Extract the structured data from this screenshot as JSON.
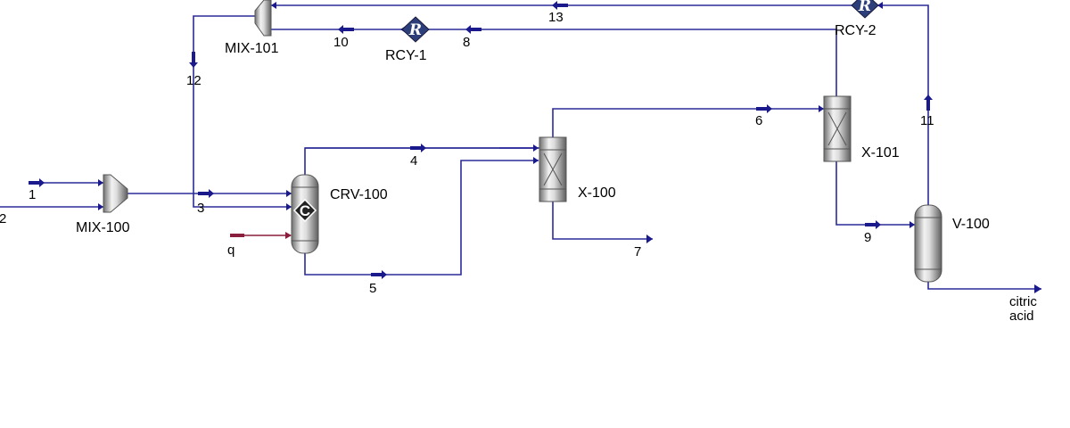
{
  "units": {
    "mix100": "MIX-100",
    "mix101": "MIX-101",
    "crv100": "CRV-100",
    "crv_symbol": "C",
    "x100": "X-100",
    "x101": "X-101",
    "v100": "V-100",
    "rcy1": "RCY-1",
    "rcy2": "RCY-2",
    "rcy_symbol": "R"
  },
  "streams": {
    "s1": "1",
    "s2": "2",
    "s3": "3",
    "s4": "4",
    "s5": "5",
    "s6": "6",
    "s7": "7",
    "s8": "8",
    "s9": "9",
    "s10": "10",
    "s11": "11",
    "s12": "12",
    "s13": "13",
    "q": "q",
    "product_line1": "citric",
    "product_line2": "acid"
  },
  "colors": {
    "material_stream": "#2b2b9a",
    "energy_stream": "#8a1f3d",
    "recycle_block": "#2d3f7a"
  },
  "icons": {
    "mixer": "mixer-icon",
    "reactor": "reactor-icon",
    "separator": "separator-icon",
    "recycle": "recycle-icon",
    "vessel": "vessel-icon"
  }
}
